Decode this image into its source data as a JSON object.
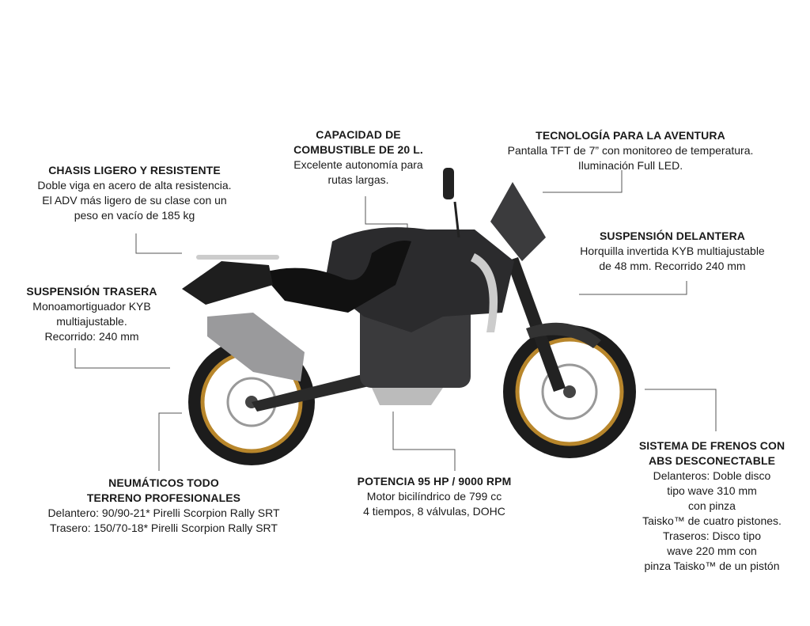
{
  "features": {
    "chassis": {
      "title": [
        "CHASIS LIGERO Y RESISTENTE"
      ],
      "lines": [
        "Doble viga en acero de alta resistencia.",
        "El ADV más ligero de su clase con un",
        "peso en vacío de 185 kg"
      ]
    },
    "fuel": {
      "title": [
        "CAPACIDAD DE",
        "COMBUSTIBLE DE 20 L."
      ],
      "lines": [
        "Excelente autonomía para",
        "rutas largas."
      ]
    },
    "tech": {
      "title": [
        "TECNOLOGÍA PARA LA AVENTURA"
      ],
      "lines": [
        "Pantalla TFT de 7” con monitoreo de temperatura.",
        "Iluminación Full LED."
      ]
    },
    "front_suspension": {
      "title": [
        "SUSPENSIÓN DELANTERA"
      ],
      "lines": [
        "Horquilla invertida KYB multiajustable",
        "de 48 mm. Recorrido 240 mm"
      ]
    },
    "rear_suspension": {
      "title": [
        "SUSPENSIÓN TRASERA"
      ],
      "lines": [
        "Monoamortiguador KYB",
        "multiajustable.",
        "Recorrido: 240 mm"
      ]
    },
    "tires": {
      "title": [
        "NEUMÁTICOS TODO",
        "TERRENO PROFESIONALES"
      ],
      "lines": [
        "Delantero: 90/90-21* Pirelli Scorpion Rally SRT",
        "Trasero: 150/70-18* Pirelli Scorpion Rally SRT"
      ]
    },
    "power": {
      "title": [
        "POTENCIA 95 HP / 9000 RPM"
      ],
      "lines": [
        "Motor bicilíndrico de 799 cc",
        "4 tiempos, 8 válvulas, DOHC"
      ]
    },
    "brakes": {
      "title": [
        "SISTEMA DE FRENOS CON",
        "ABS DESCONECTABLE"
      ],
      "lines": [
        "Delanteros: Doble disco",
        "tipo wave 310 mm",
        "con pinza",
        "Taisko™ de cuatro pistones.",
        "Traseros: Disco tipo",
        "wave 220 mm con",
        "pinza Taisko™ de un pistón"
      ]
    }
  },
  "colors": {
    "text": "#1a1a1a",
    "leader": "#555555",
    "rim": "#b8862b",
    "body": "#2b2b2d"
  }
}
